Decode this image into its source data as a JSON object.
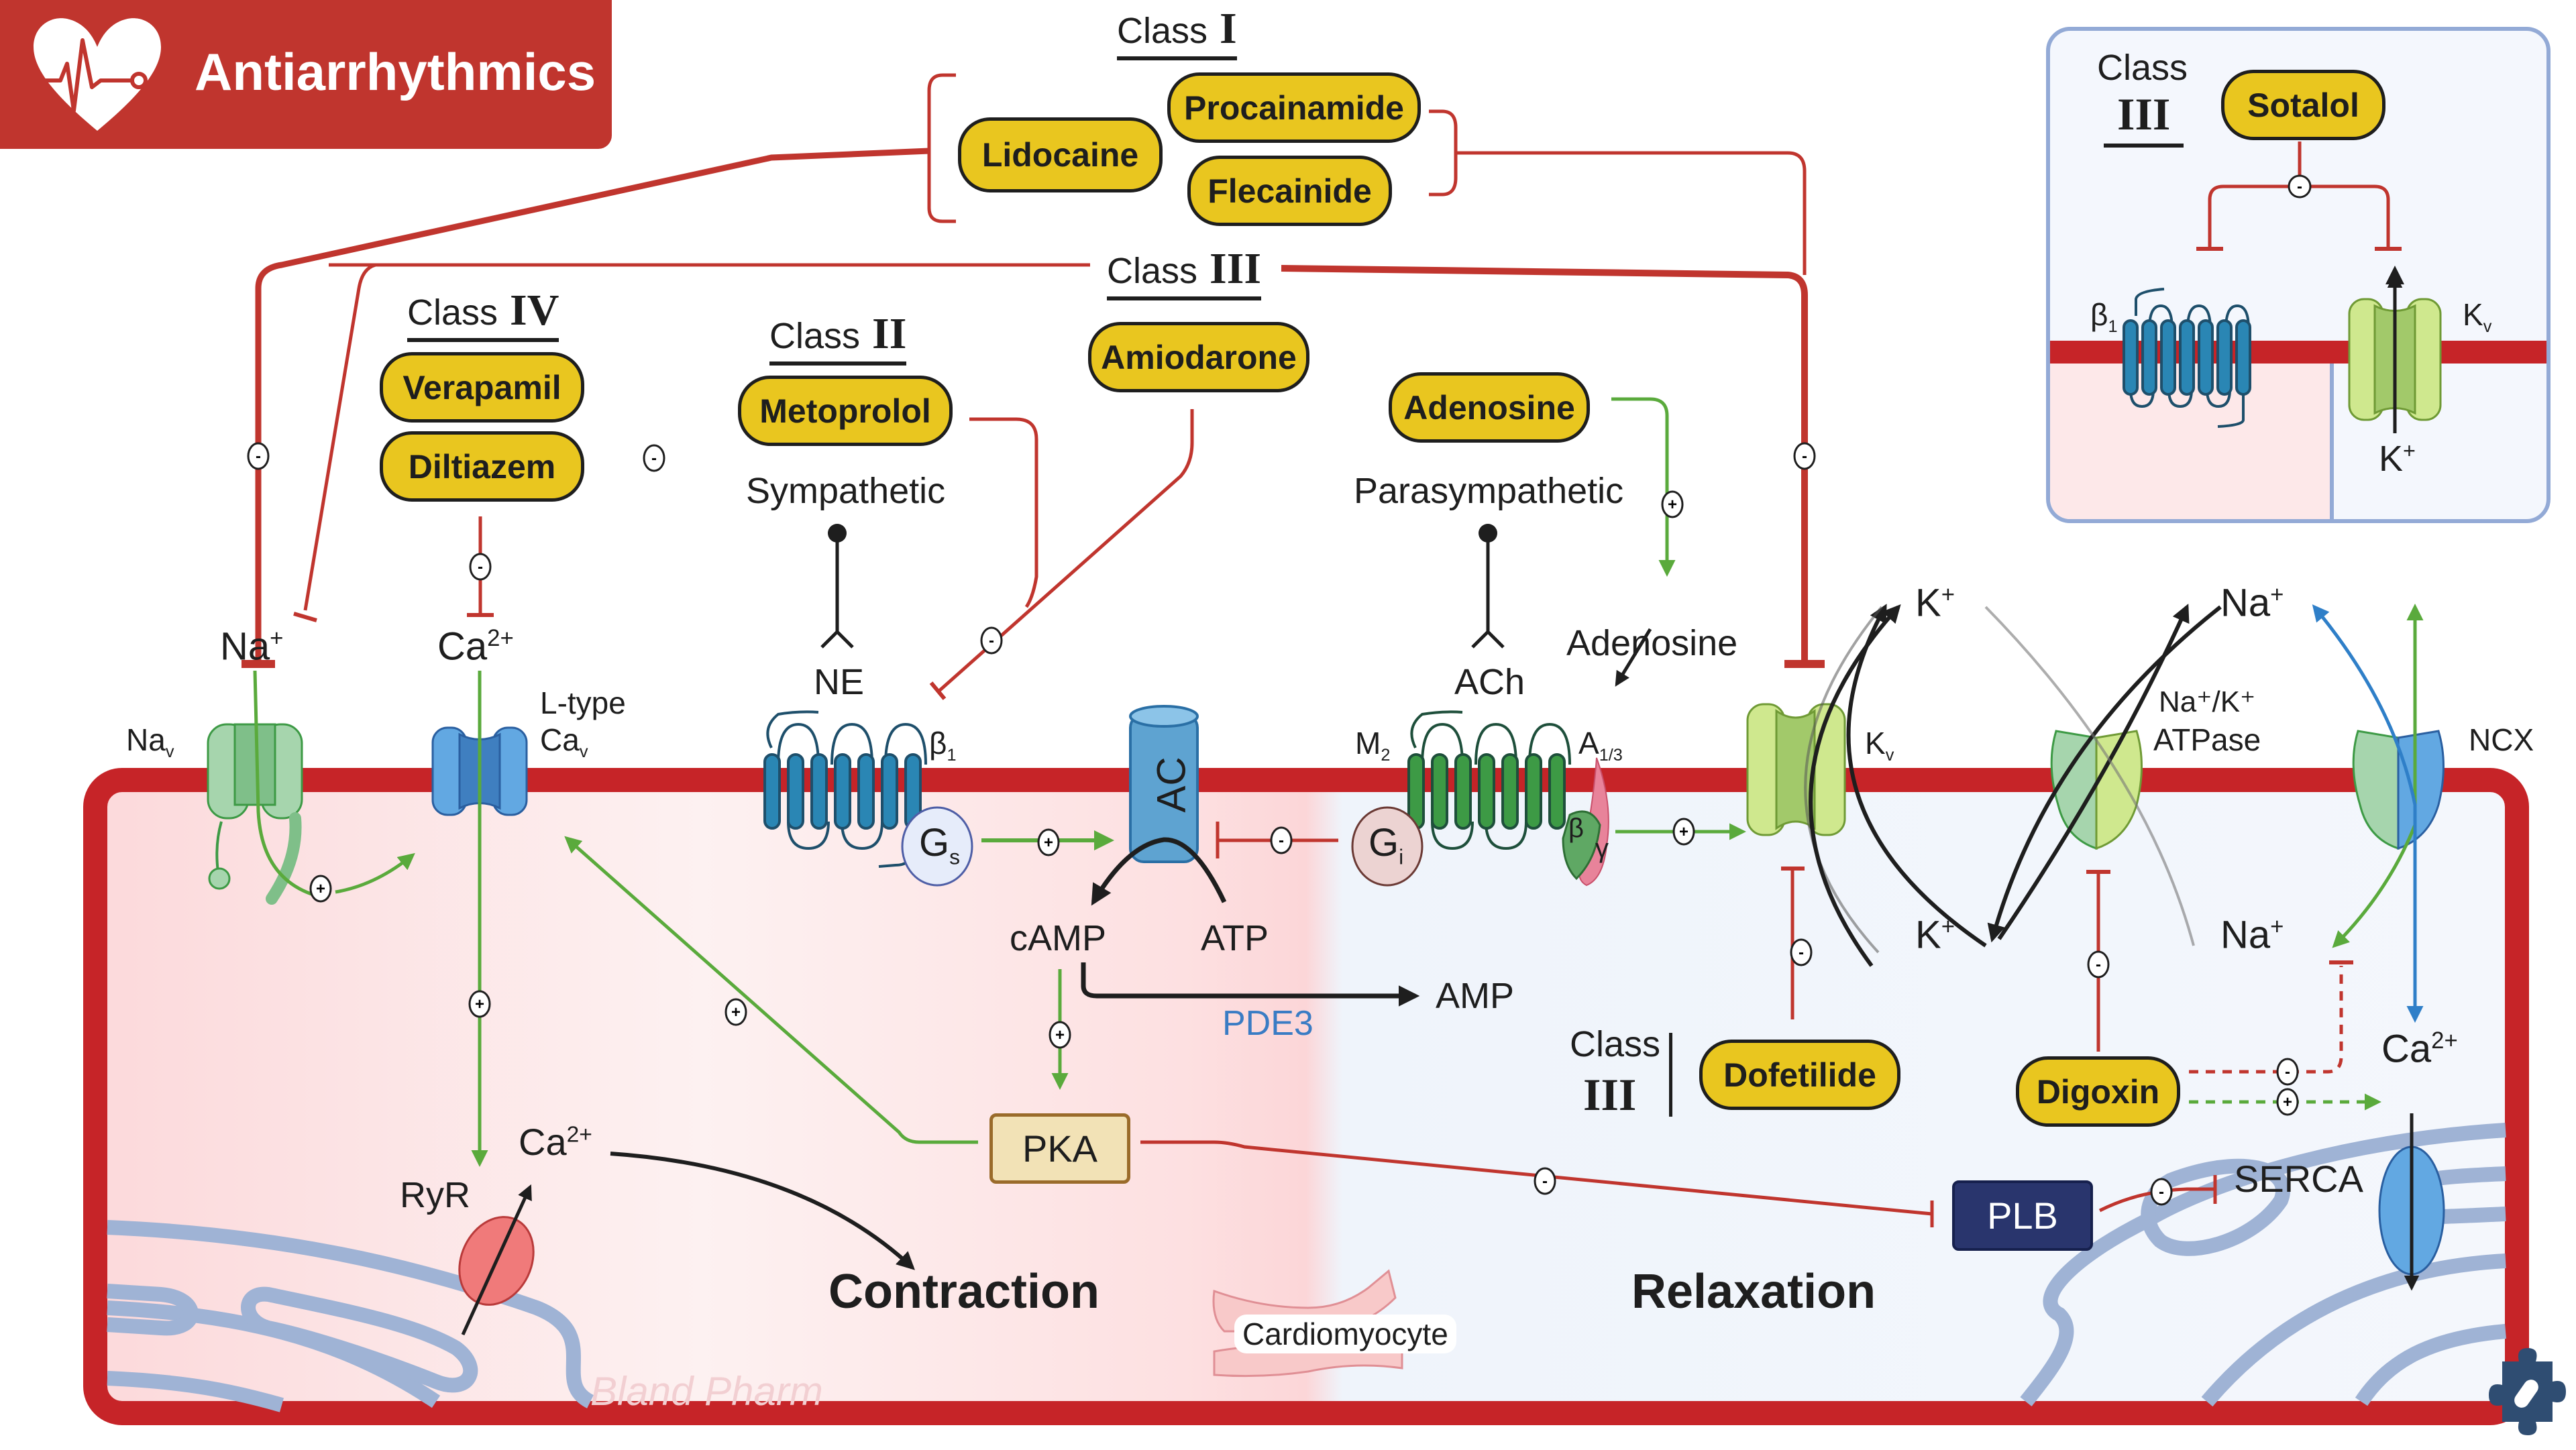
{
  "header": {
    "title": "Antiarrhythmics",
    "icon": "heart-ecg-icon"
  },
  "class_labels": {
    "class_I": {
      "word": "Class",
      "roman": "I"
    },
    "class_II": {
      "word": "Class",
      "roman": "II"
    },
    "class_III_top": {
      "word": "Class",
      "roman": "III"
    },
    "class_IV": {
      "word": "Class",
      "roman": "IV"
    },
    "class_III_dofetilide": {
      "word": "Class",
      "roman": "III"
    },
    "class_III_inset": {
      "word": "Class",
      "roman": "III"
    }
  },
  "drugs": {
    "lidocaine": "Lidocaine",
    "procainamide": "Procainamide",
    "flecainide": "Flecainide",
    "amiodarone": "Amiodarone",
    "verapamil": "Verapamil",
    "diltiazem": "Diltiazem",
    "metoprolol": "Metoprolol",
    "adenosine": "Adenosine",
    "dofetilide": "Dofetilide",
    "digoxin": "Digoxin",
    "sotalol": "Sotalol"
  },
  "labels": {
    "sympathetic": "Sympathetic",
    "parasympathetic": "Parasympathetic",
    "ne": "NE",
    "ach": "ACh",
    "adenosine_ligand": "Adenosine",
    "na_ion": "Na",
    "na_sup": "+",
    "ca_ion": "Ca",
    "ca_sup": "2+",
    "k_ion": "K",
    "k_sup": "+",
    "nav": "Na",
    "nav_sub": "v",
    "ltype": "L-type",
    "cav": "Ca",
    "cav_sub": "v",
    "beta1": "β",
    "beta1_sub": "1",
    "m2": "M",
    "m2_sub": "2",
    "a13": "A",
    "a13_sub": "1/3",
    "kv": "K",
    "kv_sub": "v",
    "nak_atpase_line1": "Na⁺/K⁺",
    "nak_atpase_line2": "ATPase",
    "ncx": "NCX",
    "ac": "AC",
    "gs": "G",
    "gs_sub": "s",
    "gi": "G",
    "gi_sub": "i",
    "g_beta": "β",
    "g_gamma": "γ",
    "camp": "cAMP",
    "atp": "ATP",
    "amp": "AMP",
    "pde3": "PDE3",
    "pka": "PKA",
    "plb": "PLB",
    "serca": "SERCA",
    "ryr": "RyR",
    "contraction": "Contraction",
    "relaxation": "Relaxation",
    "cardiomyocyte": "Cardiomyocyte",
    "watermark": "Bland Pharm",
    "plus": "+",
    "minus": "-"
  },
  "colors": {
    "header_red": "#c0352e",
    "membrane_red": "#c62428",
    "inhibit_red": "#c0352e",
    "activate_green": "#5aaa3c",
    "drug_yellow": "#e9c61f",
    "pka_tan": "#f2e2b6",
    "plb_navy": "#29356d",
    "pde3_blue": "#3a7cc4",
    "receptor_blue": "#2a86b4",
    "receptor_green": "#3d9a45",
    "inset_border": "#93aad6"
  }
}
